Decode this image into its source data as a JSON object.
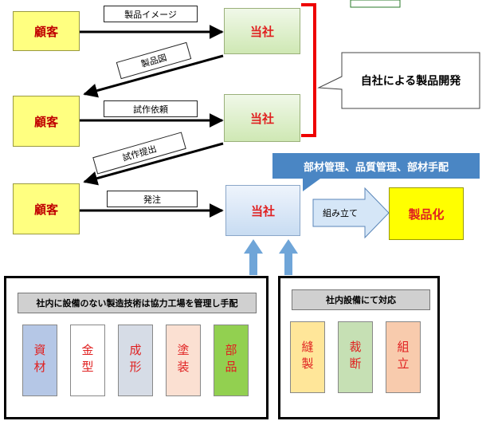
{
  "customer_label": "顧客",
  "company_label": "当社",
  "flow": {
    "product_image": "製品イメージ",
    "product_drawing": "製品図",
    "prototype_request": "試作依頼",
    "prototype_submit": "試作提出",
    "order": "発注"
  },
  "callout_text": "自社による製品開発",
  "management_banner": "部材管理、品質管理、部材手配",
  "assembly_label": "組み立て",
  "productization": "製品化",
  "outsourced_panel": {
    "header": "社内に設備のない製造技術は協力工場を管理し手配",
    "items": [
      "資材",
      "金型",
      "成形",
      "塗装",
      "部品"
    ]
  },
  "inhouse_panel": {
    "header": "社内設備にて対応",
    "items": [
      "縫製",
      "裁断",
      "組立"
    ]
  }
}
